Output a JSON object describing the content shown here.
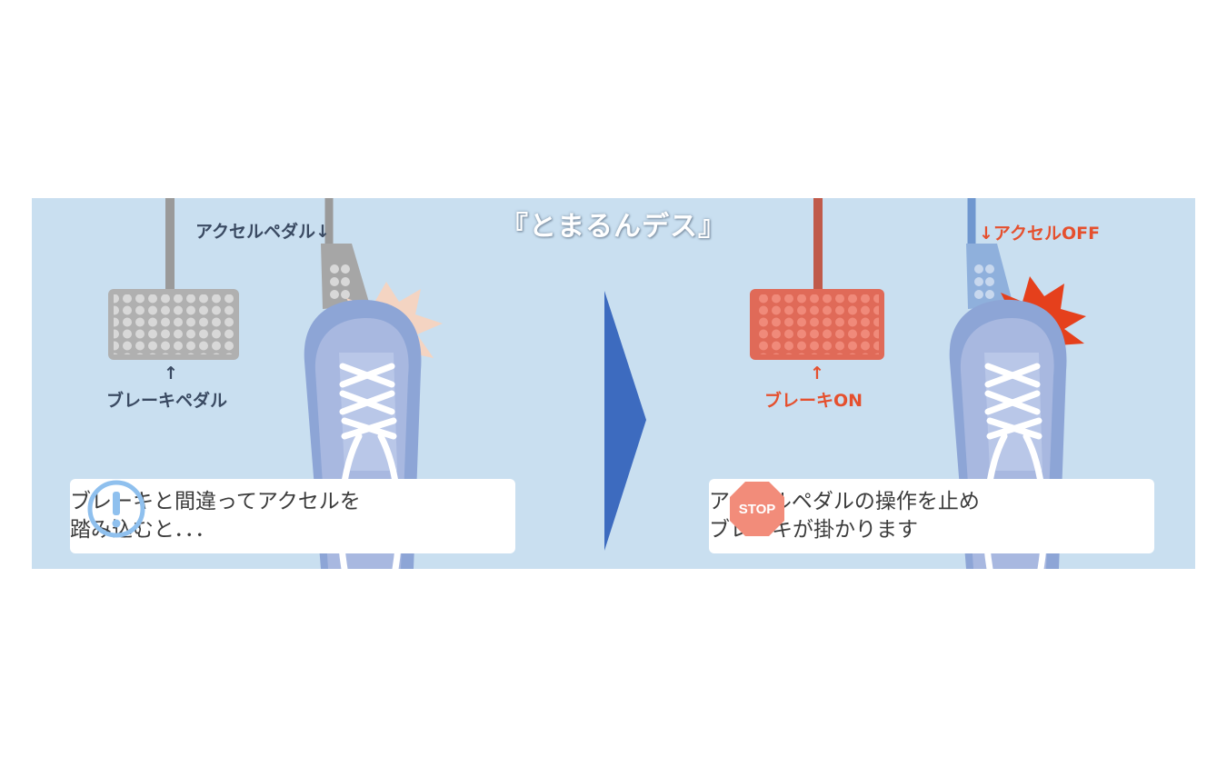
{
  "title": "『とまるんデス』",
  "left": {
    "accel_label": "アクセルペダル↓",
    "brake_label": "ブレーキペダル",
    "brake_arrow": "↑",
    "message_line1": "ブレーキと間違ってアクセルを",
    "message_line2": "踏み込むと．．．",
    "icon": "exclamation-icon"
  },
  "right": {
    "accel_label": "↓アクセルOFF",
    "brake_label": "ブレーキON",
    "brake_arrow": "↑",
    "message_line1": "アクセルペダルの操作を止め",
    "message_line2": "ブレーキが掛かります",
    "icon": "stop-sign-icon",
    "stop_text": "STOP"
  },
  "colors": {
    "background": "#c9dff0",
    "arrow": "#3d6bbf",
    "brake_on": "#e06a58",
    "accent_red": "#e5502e"
  }
}
